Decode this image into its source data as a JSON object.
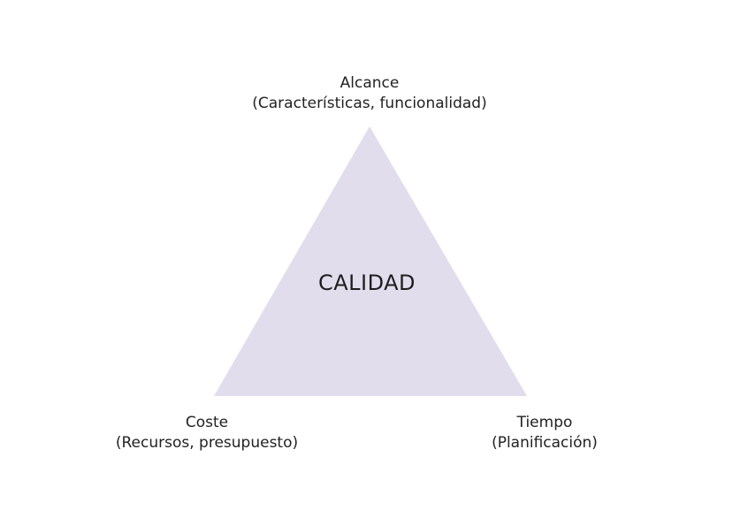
{
  "colors": {
    "background": "#ffffff",
    "triangle_fill": "#e1dded",
    "text": "#222222"
  },
  "diagram": {
    "center": {
      "label": "CALIDAD"
    },
    "top": {
      "title": "Alcance",
      "subtitle": "(Características, funcionalidad)"
    },
    "bottom_left": {
      "title": "Coste",
      "subtitle": "(Recursos, presupuesto)"
    },
    "bottom_right": {
      "title": "Tiempo",
      "subtitle": "(Planificación)"
    }
  }
}
